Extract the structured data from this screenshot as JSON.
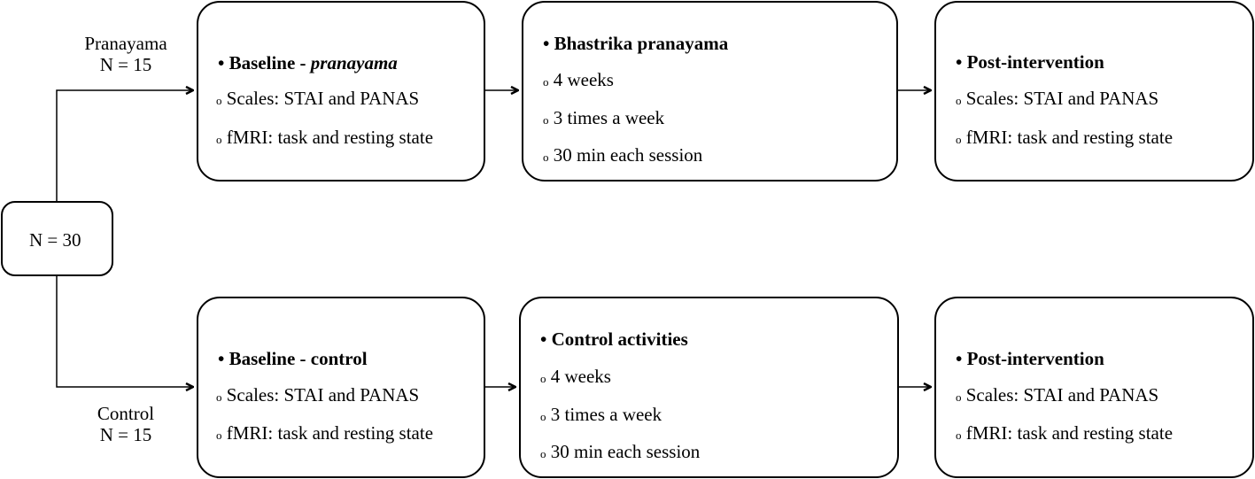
{
  "start": {
    "label": "N = 30"
  },
  "groups": {
    "pranayama": {
      "name": "Pranayama",
      "n": "N = 15"
    },
    "control": {
      "name": "Control",
      "n": "N = 15"
    }
  },
  "bullets": {
    "filled": "•",
    "hollow": "o"
  },
  "rows": {
    "pranayama": {
      "baseline": {
        "title_prefix": "Baseline - ",
        "title_em": "pranayama",
        "items": [
          "Scales: STAI and PANAS",
          "fMRI: task and resting state"
        ]
      },
      "intervention": {
        "title": "Bhastrika pranayama",
        "items": [
          "4 weeks",
          "3 times a week",
          "30 min each session"
        ]
      },
      "post": {
        "title": "Post-intervention",
        "items": [
          "Scales: STAI and PANAS",
          "fMRI: task and resting state"
        ]
      }
    },
    "control": {
      "baseline": {
        "title": "Baseline - control",
        "items": [
          "Scales: STAI and PANAS",
          "fMRI: task and resting state"
        ]
      },
      "intervention": {
        "title": "Control activities",
        "items": [
          "4 weeks",
          "3 times a week",
          "30 min each session"
        ]
      },
      "post": {
        "title": "Post-intervention",
        "items": [
          "Scales: STAI and PANAS",
          "fMRI: task and resting state"
        ]
      }
    }
  }
}
